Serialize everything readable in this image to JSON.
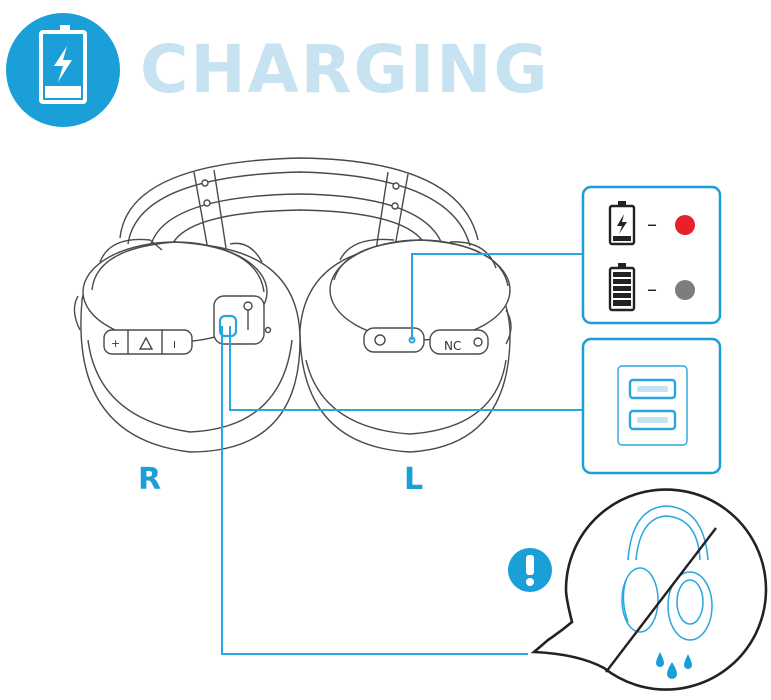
{
  "header": {
    "title": "CHARGING",
    "icon": "battery-charging-icon",
    "badge_color": "#1b9fd9",
    "title_color": "#c7e2f1"
  },
  "labels": {
    "right": "R",
    "left": "L"
  },
  "buttons": {
    "plus": "+",
    "power": "I",
    "nc": "NC"
  },
  "indicators": [
    {
      "icon": "battery-charging-icon",
      "dash": "–",
      "led_color": "#e8202a",
      "led_icon": "red-led-dot"
    },
    {
      "icon": "battery-full-icon",
      "dash": "–",
      "led_color": "#7d7d7d",
      "led_icon": "grey-led-dot"
    }
  ],
  "charging_port": {
    "icon": "usb-port-icon"
  },
  "warning": {
    "icon": "exclamation-icon",
    "scene": "no-water-headphones-icon"
  },
  "colors": {
    "accent": "#1b9fd9",
    "line": "#2aa6df",
    "outline": "#4a4a4a"
  }
}
